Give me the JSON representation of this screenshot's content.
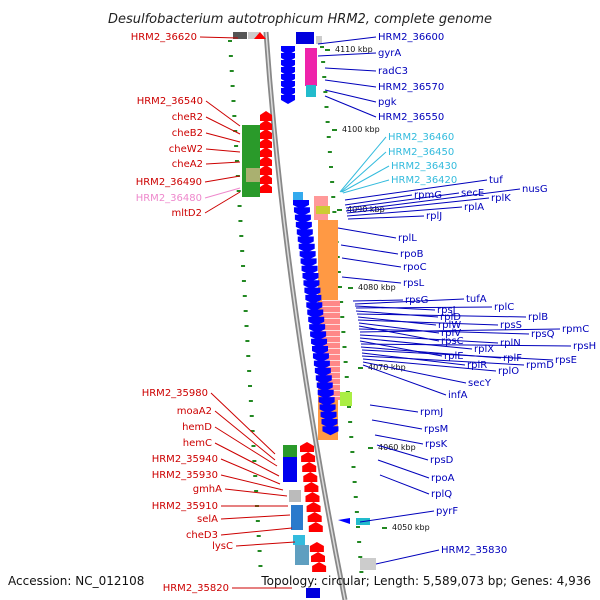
{
  "title": "Desulfobacterium autotrophicum HRM2, complete genome",
  "footer": {
    "accession": "Accession: NC_012108",
    "stats": "Topology: circular; Length: 5,589,073 bp; Genes: 4,936"
  },
  "colors": {
    "left_label": "#cc0000",
    "left_label_pink": "#ee88cc",
    "right_label": "#0000bb",
    "right_label_cyan": "#33bbdd",
    "forward_gene": "#ff0000",
    "reverse_gene": "#0000ff",
    "backbone": "#888888",
    "tick": "#228822"
  },
  "kbp_marks": [
    "4110 kbp",
    "4100 kbp",
    "4090 kbp",
    "4080 kbp",
    "4070 kbp",
    "4060 kbp",
    "4050 kbp"
  ],
  "left_labels": [
    {
      "text": "HRM2_36620",
      "color": "red"
    },
    {
      "text": "HRM2_36540",
      "color": "red"
    },
    {
      "text": "cheR2",
      "color": "red"
    },
    {
      "text": "cheB2",
      "color": "red"
    },
    {
      "text": "cheW2",
      "color": "red"
    },
    {
      "text": "cheA2",
      "color": "red"
    },
    {
      "text": "HRM2_36490",
      "color": "red"
    },
    {
      "text": "HRM2_36480",
      "color": "pink"
    },
    {
      "text": "mltD2",
      "color": "red"
    },
    {
      "text": "HRM2_35980",
      "color": "red"
    },
    {
      "text": "moaA2",
      "color": "red"
    },
    {
      "text": "hemD",
      "color": "red"
    },
    {
      "text": "hemC",
      "color": "red"
    },
    {
      "text": "HRM2_35940",
      "color": "red"
    },
    {
      "text": "HRM2_35930",
      "color": "red"
    },
    {
      "text": "gmhA",
      "color": "red"
    },
    {
      "text": "HRM2_35910",
      "color": "red"
    },
    {
      "text": "selA",
      "color": "red"
    },
    {
      "text": "cheD3",
      "color": "red"
    },
    {
      "text": "lysC",
      "color": "red"
    },
    {
      "text": "HRM2_35820",
      "color": "red"
    }
  ],
  "right_labels": [
    {
      "text": "HRM2_36600",
      "color": "blue"
    },
    {
      "text": "gyrA",
      "color": "blue"
    },
    {
      "text": "radC3",
      "color": "blue"
    },
    {
      "text": "HRM2_36570",
      "color": "blue"
    },
    {
      "text": "pgk",
      "color": "blue"
    },
    {
      "text": "HRM2_36550",
      "color": "blue"
    },
    {
      "text": "HRM2_36460",
      "color": "cyan"
    },
    {
      "text": "HRM2_36450",
      "color": "cyan"
    },
    {
      "text": "HRM2_36430",
      "color": "cyan"
    },
    {
      "text": "HRM2_36420",
      "color": "cyan"
    },
    {
      "text": "tuf",
      "color": "blue"
    },
    {
      "text": "rpmG",
      "color": "blue"
    },
    {
      "text": "secE",
      "color": "blue"
    },
    {
      "text": "nusG",
      "color": "blue"
    },
    {
      "text": "rplK",
      "color": "blue"
    },
    {
      "text": "rplA",
      "color": "blue"
    },
    {
      "text": "rplJ",
      "color": "blue"
    },
    {
      "text": "rplL",
      "color": "blue"
    },
    {
      "text": "rpoB",
      "color": "blue"
    },
    {
      "text": "rpoC",
      "color": "blue"
    },
    {
      "text": "rpsL",
      "color": "blue"
    },
    {
      "text": "rpsG",
      "color": "blue"
    },
    {
      "text": "tufA",
      "color": "blue"
    },
    {
      "text": "rpsJ",
      "color": "blue"
    },
    {
      "text": "rplC",
      "color": "blue"
    },
    {
      "text": "rplD",
      "color": "blue"
    },
    {
      "text": "rplB",
      "color": "blue"
    },
    {
      "text": "rplW",
      "color": "blue"
    },
    {
      "text": "rpsS",
      "color": "blue"
    },
    {
      "text": "rplV",
      "color": "blue"
    },
    {
      "text": "rpsC",
      "color": "blue"
    },
    {
      "text": "rpsQ",
      "color": "blue"
    },
    {
      "text": "rpmC",
      "color": "blue"
    },
    {
      "text": "rplN",
      "color": "blue"
    },
    {
      "text": "rplX",
      "color": "blue"
    },
    {
      "text": "rplE",
      "color": "blue"
    },
    {
      "text": "rpsH",
      "color": "blue"
    },
    {
      "text": "rplF",
      "color": "blue"
    },
    {
      "text": "rpsE",
      "color": "blue"
    },
    {
      "text": "rplR",
      "color": "blue"
    },
    {
      "text": "rpmD",
      "color": "blue"
    },
    {
      "text": "rplO",
      "color": "blue"
    },
    {
      "text": "secY",
      "color": "blue"
    },
    {
      "text": "infA",
      "color": "blue"
    },
    {
      "text": "rpmJ",
      "color": "blue"
    },
    {
      "text": "rpsM",
      "color": "blue"
    },
    {
      "text": "rpsK",
      "color": "blue"
    },
    {
      "text": "rpsD",
      "color": "blue"
    },
    {
      "text": "rpoA",
      "color": "blue"
    },
    {
      "text": "rplQ",
      "color": "blue"
    },
    {
      "text": "pyrF",
      "color": "blue"
    },
    {
      "text": "HRM2_35830",
      "color": "blue"
    }
  ]
}
